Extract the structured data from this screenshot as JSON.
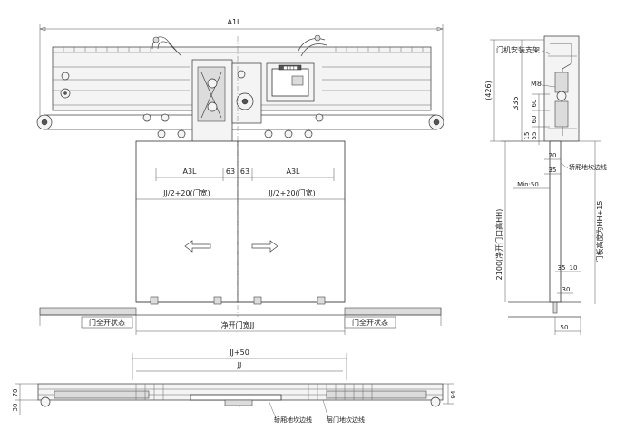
{
  "front_view": {
    "a1l": "A1L",
    "a3l_left": "A3L",
    "gap_left": "63",
    "gap_right": "63",
    "a3l_right": "A3L",
    "jj_half_left": "JJ/2+20(门宽)",
    "jj_half_right": "JJ/2+20(门宽)",
    "clear_opening": "净开门宽JJ",
    "left_open_state": "门全开状态",
    "right_open_state": "门全开状态",
    "controller_brand": "■■■■"
  },
  "side_view": {
    "bracket_label": "门机安装支架",
    "dim_426": "(426)",
    "dim_335": "335",
    "bolt": "M8",
    "dim_60a": "60",
    "dim_60b": "60",
    "dim_15": "15",
    "dim_55": "55",
    "dim_20": "20",
    "car_sill_label": "轿厢地坎边线",
    "dim_35a": "35",
    "min_gap": "Min:50",
    "clear_height": "2100(净开门口高HH)",
    "door_panel_height": "门板高度为HH+15",
    "dim_35b": "35",
    "dim_10": "10",
    "dim_30": "30",
    "dim_50": "50"
  },
  "plan_view": {
    "jj_plus_50": "JJ+50",
    "jj": "JJ",
    "dim_30": "30",
    "dim_70": "70",
    "dim_94": "94",
    "car_sill_edge": "轿厢地坎边线",
    "landing_sill_edge": "层门地坎边线"
  }
}
